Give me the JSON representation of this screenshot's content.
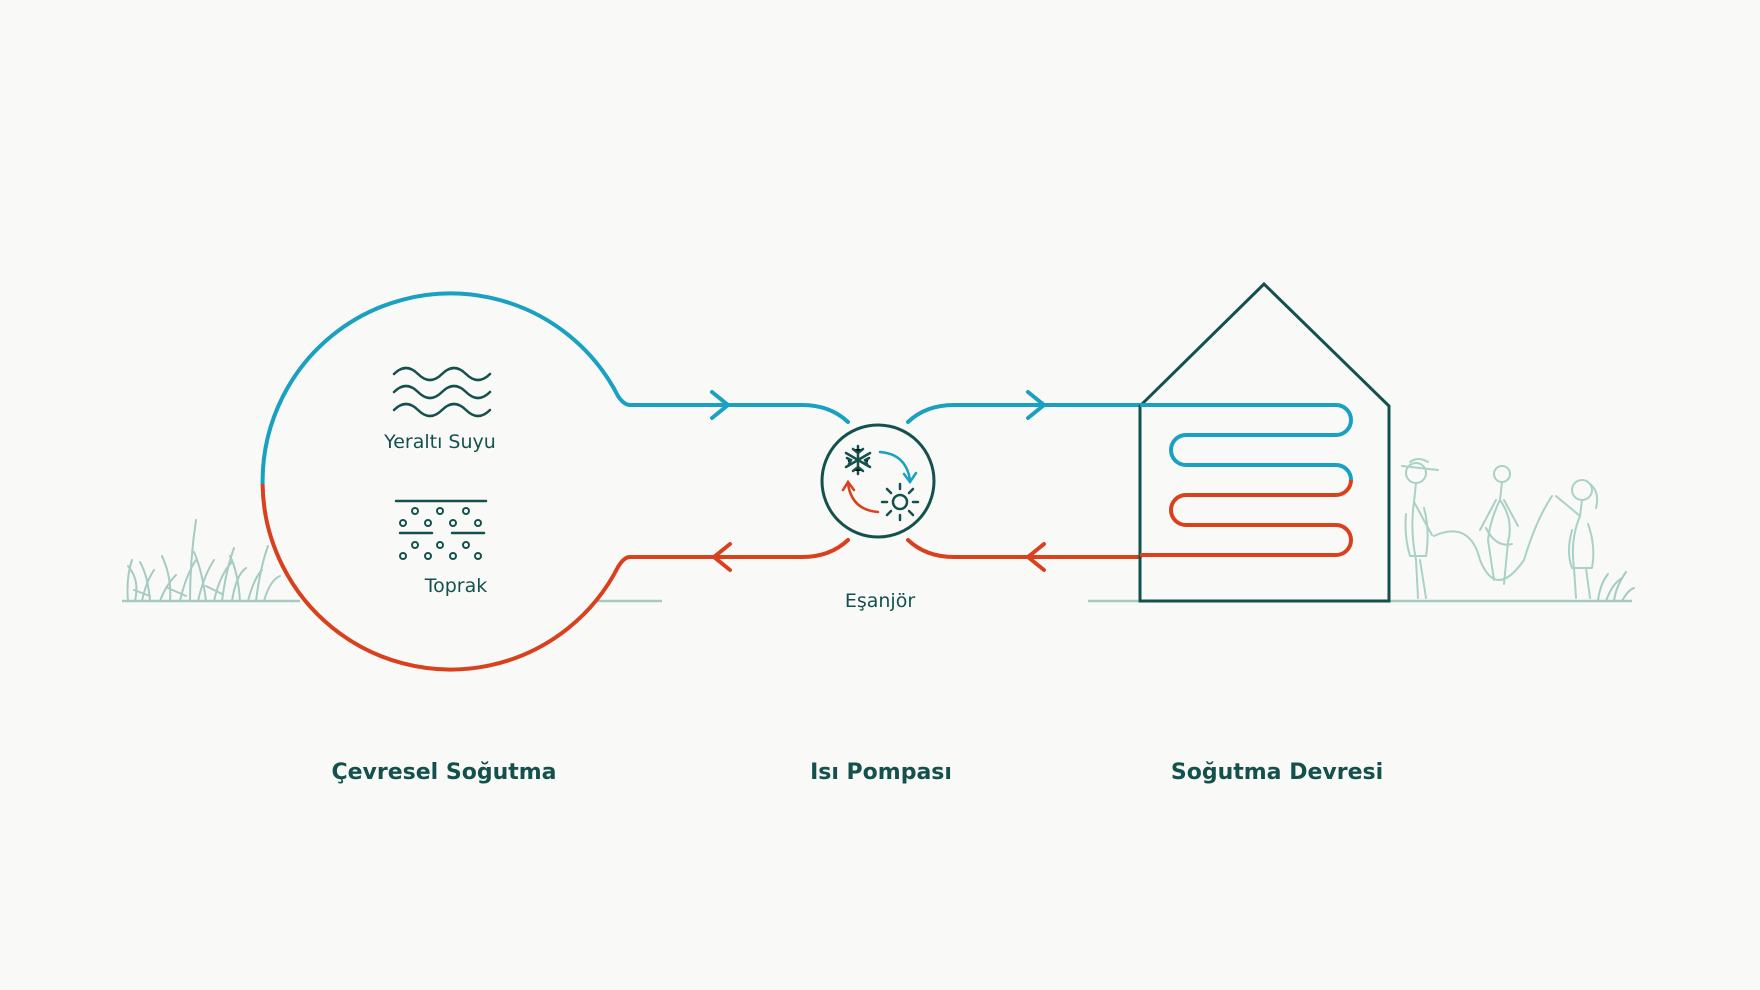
{
  "colors": {
    "background": "#f9f9f8",
    "dark": "#14514d",
    "cold": "#1aa0c0",
    "warm": "#d9411e",
    "ground": "#a6cbc2",
    "figures": "#a9d1c6"
  },
  "labels": {
    "groundwater": "Yeraltı Suyu",
    "soil": "Toprak",
    "exchanger": "Eşanjör"
  },
  "sections": {
    "environmental_cooling": "Çevresel Soğutma",
    "heat_pump": "Isı Pompası",
    "cooling_circuit": "Soğutma Devresi"
  },
  "icons": {
    "groundwater": "water-waves-icon",
    "soil": "soil-layers-icon",
    "cold": "snowflake-icon",
    "heat": "sun-icon"
  }
}
